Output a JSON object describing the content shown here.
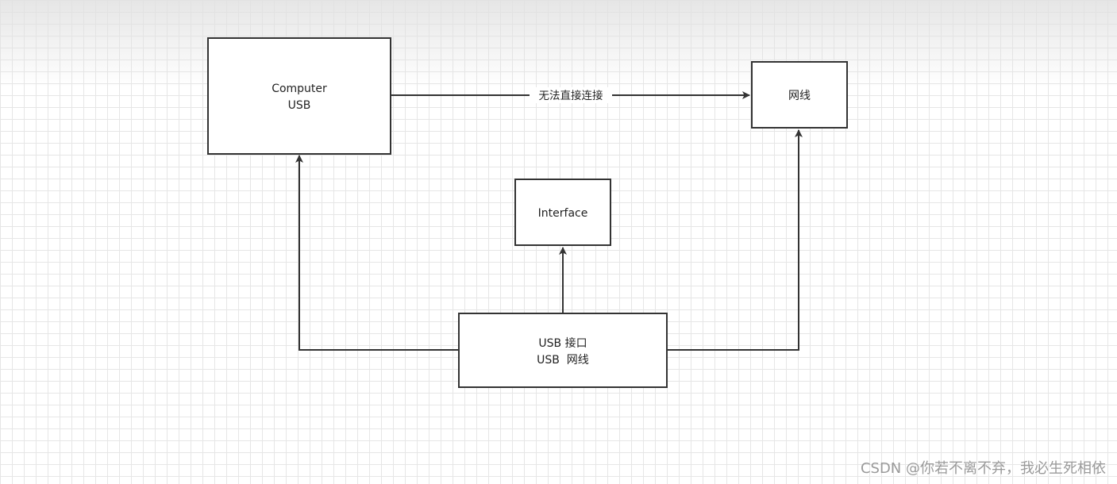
{
  "diagram": {
    "nodes": {
      "computer": {
        "line1": "Computer",
        "line2": "USB"
      },
      "network_cable": {
        "label": "网线"
      },
      "interface": {
        "label": "Interface"
      },
      "usb_interface": {
        "line1": "USB 接口",
        "line2": "USB  网线"
      }
    },
    "edges": {
      "computer_to_network_cable": {
        "label": "无法直接连接"
      }
    },
    "colors": {
      "stroke": "#333333",
      "text": "#222222"
    }
  },
  "watermark": {
    "text": "CSDN @你若不离不弃，我必生死相依"
  }
}
